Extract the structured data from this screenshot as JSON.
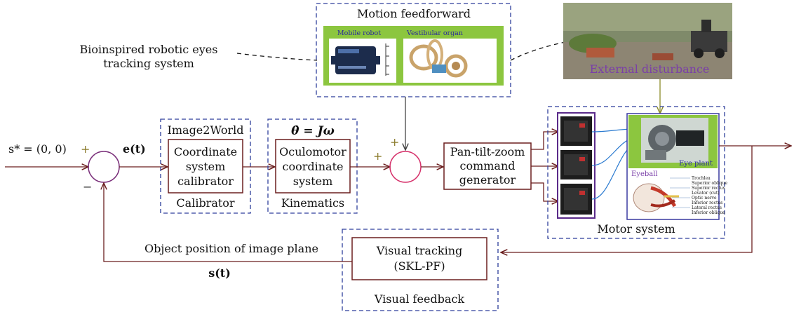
{
  "motion_feedforward": {
    "title": "Motion feedforward",
    "mobile_robot": "Mobile robot",
    "vestibular_organ": "Vestibular organ"
  },
  "system_label": {
    "line1": "Bioinspired robotic eyes",
    "line2": "tracking system"
  },
  "external_disturbance": "External disturbance",
  "reference_signal": "s* = (0, 0)",
  "error_signal": "e(t)",
  "feedback_signal": "s(t)",
  "object_position_label": "Object position of image plane",
  "signs": {
    "sum1_plus": "+",
    "sum1_minus": "−",
    "sum2_plus_left": "+",
    "sum2_plus_top": "+"
  },
  "calibrator": {
    "title": "Image2World",
    "line1": "Coordinate",
    "line2": "system",
    "line3": "calibrator",
    "footer": "Calibrator"
  },
  "kinematics": {
    "equation": "θ̇ = Jω",
    "line1": "Oculomotor",
    "line2": "coordinate",
    "line3": "system",
    "footer": "Kinematics"
  },
  "command_generator": {
    "line1": "Pan-tilt-zoom",
    "line2": "command",
    "line3": "generator"
  },
  "motor_system": {
    "footer": "Motor system",
    "eye_plant": "Eye plant",
    "eyeball": "Eyeball",
    "anatomy_labels": [
      "Trochlea",
      "Superior oblique",
      "Superior rectus",
      "Levator (cut)",
      "Optic nerve",
      "Inferior rectus",
      "Lateral rectus",
      "Inferior oblique"
    ]
  },
  "visual_feedback": {
    "line1": "Visual tracking",
    "line2": "(SKL-PF)",
    "footer": "Visual feedback"
  },
  "colors": {
    "flow": "#6b1f1f",
    "dashed_box": "#2e3f9c",
    "sum_circle": "#d6336c",
    "feedforward_green": "#8cc63f",
    "disturbance_text": "#7a3fa8",
    "disturbance_line": "#8b8b2a"
  }
}
